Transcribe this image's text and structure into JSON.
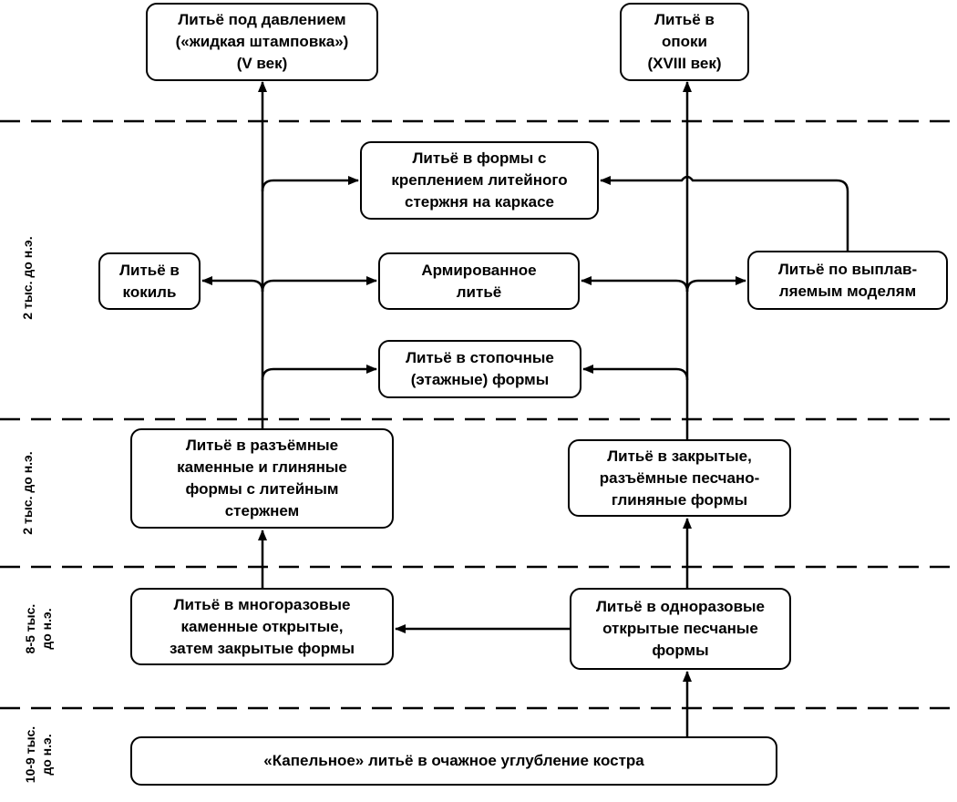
{
  "eras": [
    {
      "label": "2 тыс. до н.э."
    },
    {
      "label": "2 тыс. до н.э."
    },
    {
      "label": "8-5 тыс.\nдо н.э."
    },
    {
      "label": "10-9 тыс.\nдо н.э."
    }
  ],
  "nodes": {
    "pressure": "Литьё под давлением\n(«жидкая штамповка»)\n(V век)",
    "flask": "Литьё в\nопоки\n(XVIII век)",
    "core_frame": "Литьё в формы с\nкреплением литейного\nстержня на каркасе",
    "chill": "Литьё в\nкокиль",
    "reinforced": "Армированное\nлитьё",
    "investment": "Литьё по выплав-\nляемым моделям",
    "stacked": "Литьё в стопочные\n(этажные) формы",
    "split_stone": "Литьё в разъёмные\nкаменные и глиняные\nформы с литейным\nстержнем",
    "closed_sand": "Литьё в закрытые,\nразъёмные песчано-\nглиняные формы",
    "reusable_stone": "Литьё в многоразовые\nкаменные открытые,\nзатем закрытые формы",
    "single_sand": "Литьё в одноразовые\nоткрытые песчаные\nформы",
    "drip": "«Капельное» литьё в очажное углубление костра"
  },
  "colors": {
    "line": "#000000",
    "background": "#ffffff"
  }
}
